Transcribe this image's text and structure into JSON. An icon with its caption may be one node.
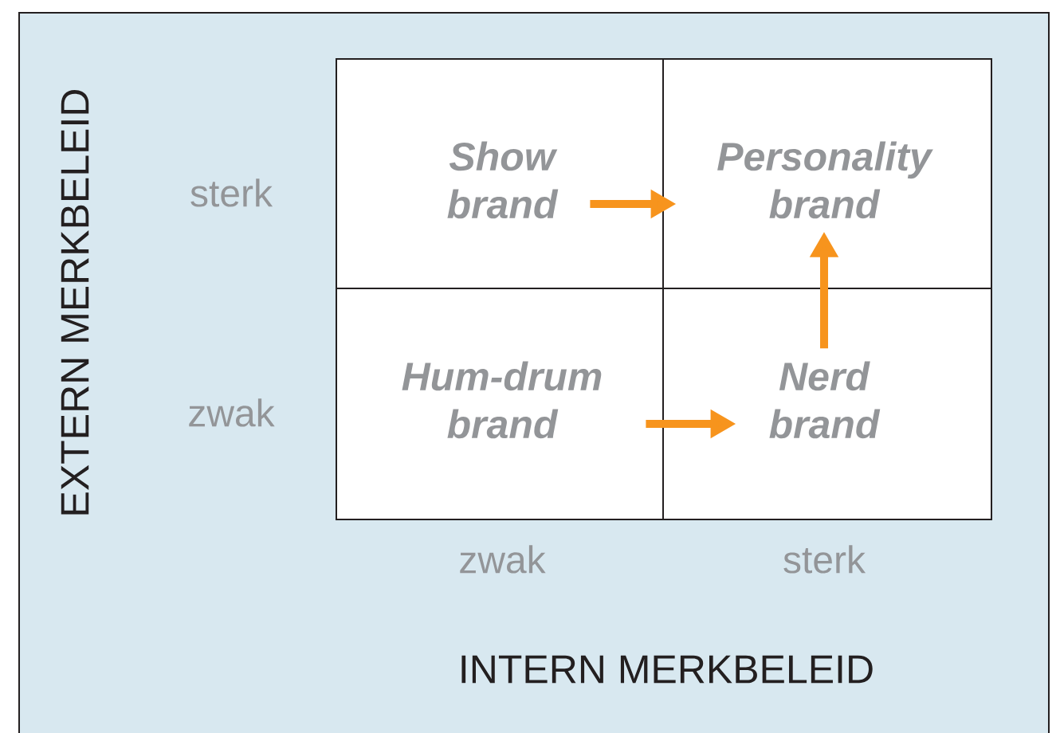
{
  "diagram": {
    "nodes": [
      {
        "text": [
          "Show brand"
        ]
      },
      {
        "text": [
          "Personality brand"
        ]
      },
      {
        "text": [
          "Hum-drum brand"
        ]
      },
      {
        "text": [
          "Nerd brand"
        ]
      }
    ],
    "edges": [
      {
        "from": 0,
        "to": 1,
        "arrow": "to"
      },
      {
        "from": 2,
        "to": 3,
        "arrow": "to"
      },
      {
        "from": 3,
        "to": 1,
        "arrow": "to"
      }
    ],
    "labels": [
      "EXTERN MERKBELEID",
      "sterk",
      "zwak",
      "zwak",
      "sterk",
      "INTERN MERKBELEID"
    ]
  }
}
